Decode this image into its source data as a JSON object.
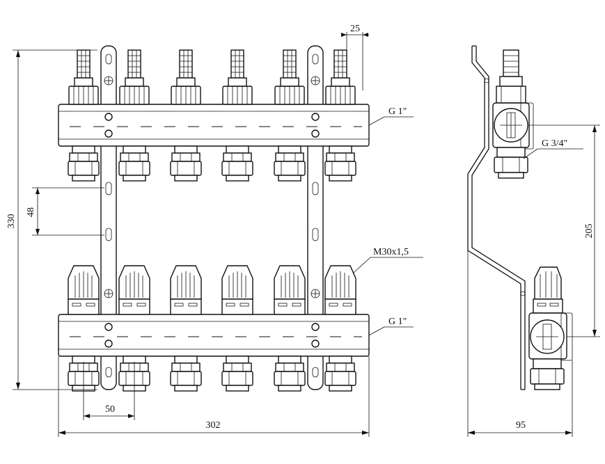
{
  "dimensions": {
    "overall_height": "330",
    "connection_pitch": "48",
    "outlet_spacing": "50",
    "overall_width": "302",
    "flowmeter_width": "25",
    "side_depth": "95",
    "header_distance": "205"
  },
  "callouts": {
    "top_header_thread": "G 1\"",
    "bottom_header_thread": "G 1\"",
    "cap_thread": "M30x1,5",
    "side_outlet_thread": "G 3/4\""
  },
  "circuits": 6
}
